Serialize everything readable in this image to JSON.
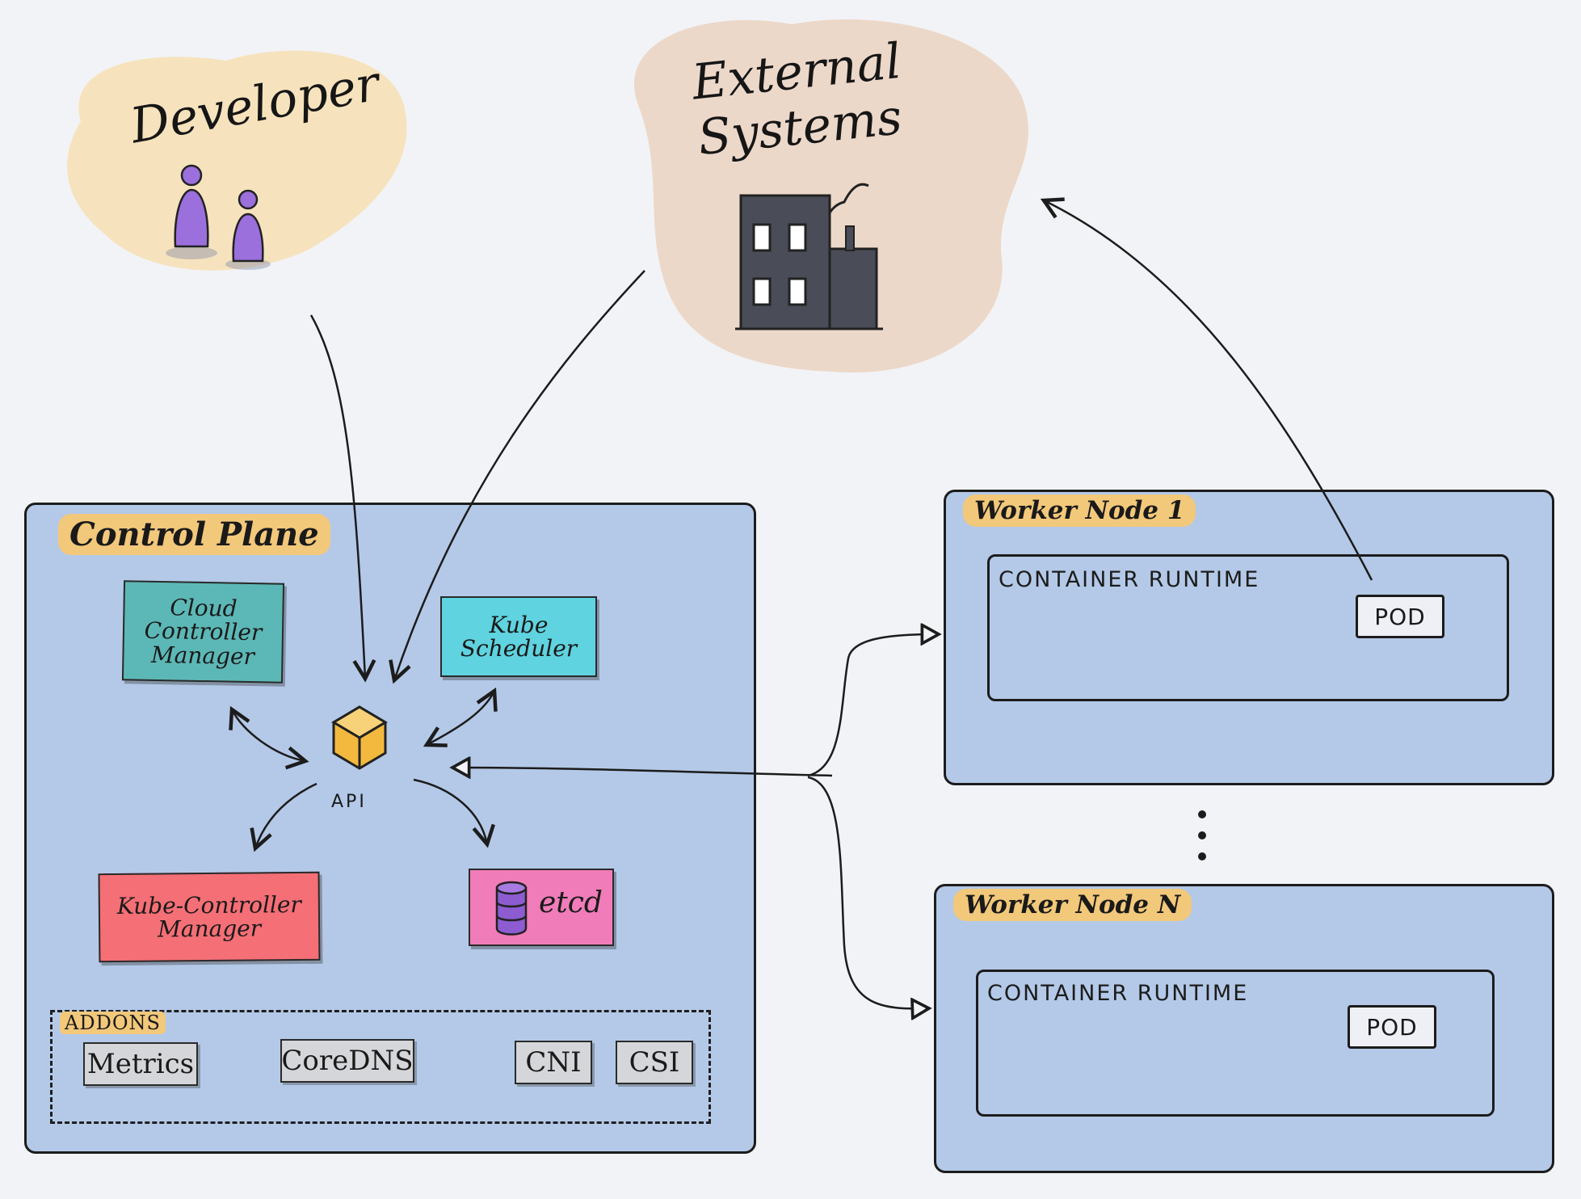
{
  "actors": {
    "developer": {
      "label": "Developer"
    },
    "external": {
      "label": "External\nSystems"
    }
  },
  "control_plane": {
    "title": "Control Plane",
    "components": {
      "cloud_controller_manager": "Cloud\nController\nManager",
      "kube_scheduler": "Kube\nScheduler",
      "api": "API",
      "kube_controller_manager": "Kube-Controller\nManager",
      "etcd": "etcd"
    },
    "addons": {
      "title": "ADDONS",
      "items": [
        "Metrics",
        "CoreDNS",
        "CNI",
        "CSI"
      ]
    }
  },
  "worker_nodes": [
    {
      "title": "Worker Node 1",
      "runtime_label": "CONTAINER RUNTIME",
      "pod_label": "POD"
    },
    {
      "title": "Worker Node N",
      "runtime_label": "CONTAINER RUNTIME",
      "pod_label": "POD"
    }
  ],
  "colors": {
    "developer_blob": "#f6e3bd",
    "external_blob": "#ecd8c9",
    "panel_fill": "#b4c9e8",
    "tag_fill": "#f2c87a",
    "cloud_controller": "#5cb8b6",
    "scheduler": "#5fd3df",
    "kube_controller": "#f56f76",
    "etcd": "#f07cb9",
    "api_cube": "#f2b93e",
    "person": "#9b6fdc",
    "factory": "#4a4c57"
  }
}
